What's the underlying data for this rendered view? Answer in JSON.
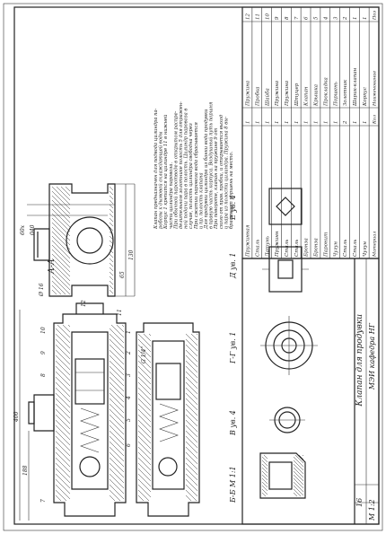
{
  "description_lines": [
    "Клапан предназначен для подвода цилиндра па-",
    "робозы к дымовой охлаждающей воды",
    "Корпус 1 крепится на цилиндре 11 в нижней",
    "части цилиндра паровоза.",
    "При обычной пароотводе в открытом распре-",
    "делительном золотнике полость 5 для отражен-",
    "ной подачи пара в полость. Цилиндр паровоза в",
    "случае, полость цилиндра свободна через",
    "При сжатии паровоза вода сбрасывается",
    "и пр. полость клапана",
    "Для продувки цилиндра из банки вода продувки",
    "в правую часть корпуса. Воздушный путь поршня",
    "При повороте, клапан на пружине 9 от",
    "ского от прав. пробки, и открывается выход",
    "и пара из полости цилиндра. Пружина 8 вы-",
    "брасывает поршень на место."
  ],
  "views": {
    "section_aa": "А-А",
    "section_bb": "Б-Б  М 1:1",
    "view_v": "В  ув. 4",
    "section_gg": "Г-Г  ув. 1",
    "view_d": "Д  ув. 1",
    "view_e": "Е  ув. 4"
  },
  "dimensions": {
    "overall": "400",
    "left_a": "188",
    "top_aa": "60x",
    "top_aa2": "040",
    "right_aa": "130",
    "right_aa2": "65",
    "thread": "G 1/4\"",
    "d16": "Ø 16"
  },
  "parts_list": [
    {
      "pos": "12",
      "name": "Пружина",
      "qty": "1",
      "material": "Пружинная"
    },
    {
      "pos": "11",
      "name": "Пробка",
      "qty": "1",
      "material": "Сталь"
    },
    {
      "pos": "10",
      "name": "Шайба",
      "qty": "1",
      "material": "Латунь"
    },
    {
      "pos": "9",
      "name": "Пружина",
      "qty": "1",
      "material": "Пружинн"
    },
    {
      "pos": "8",
      "name": "Пружина",
      "qty": "1",
      "material": "Сталь"
    },
    {
      "pos": "7",
      "name": "Штуцер",
      "qty": "1",
      "material": "Сталь"
    },
    {
      "pos": "6",
      "name": "Клапан",
      "qty": "1",
      "material": "Бронза"
    },
    {
      "pos": "5",
      "name": "Крышка",
      "qty": "1",
      "material": "Бронза"
    },
    {
      "pos": "4",
      "name": "Прокладка",
      "qty": "1",
      "material": "Паронит"
    },
    {
      "pos": "3",
      "name": "Поршень",
      "qty": "1",
      "material": "Чугун"
    },
    {
      "pos": "2",
      "name": "Золотник",
      "qty": "2",
      "material": "Сталь"
    },
    {
      "pos": "1",
      "name": "Шарик-клапан",
      "qty": "1",
      "material": "Сталь"
    },
    {
      "pos": "1",
      "name": "Корпус",
      "qty": "1",
      "material": "Чугун"
    }
  ],
  "table_header": {
    "pos": "Поз",
    "name": "Наименование",
    "qty": "Кол",
    "material": "Материал"
  },
  "title_block": {
    "title": "Клапан для продувки",
    "school": "МЭИ  кафедра НГ",
    "sheet": "М 1:2",
    "number": "16"
  },
  "callouts": [
    "1",
    "2",
    "3",
    "4",
    "5",
    "6",
    "7",
    "8",
    "9",
    "10",
    "11",
    "12"
  ]
}
